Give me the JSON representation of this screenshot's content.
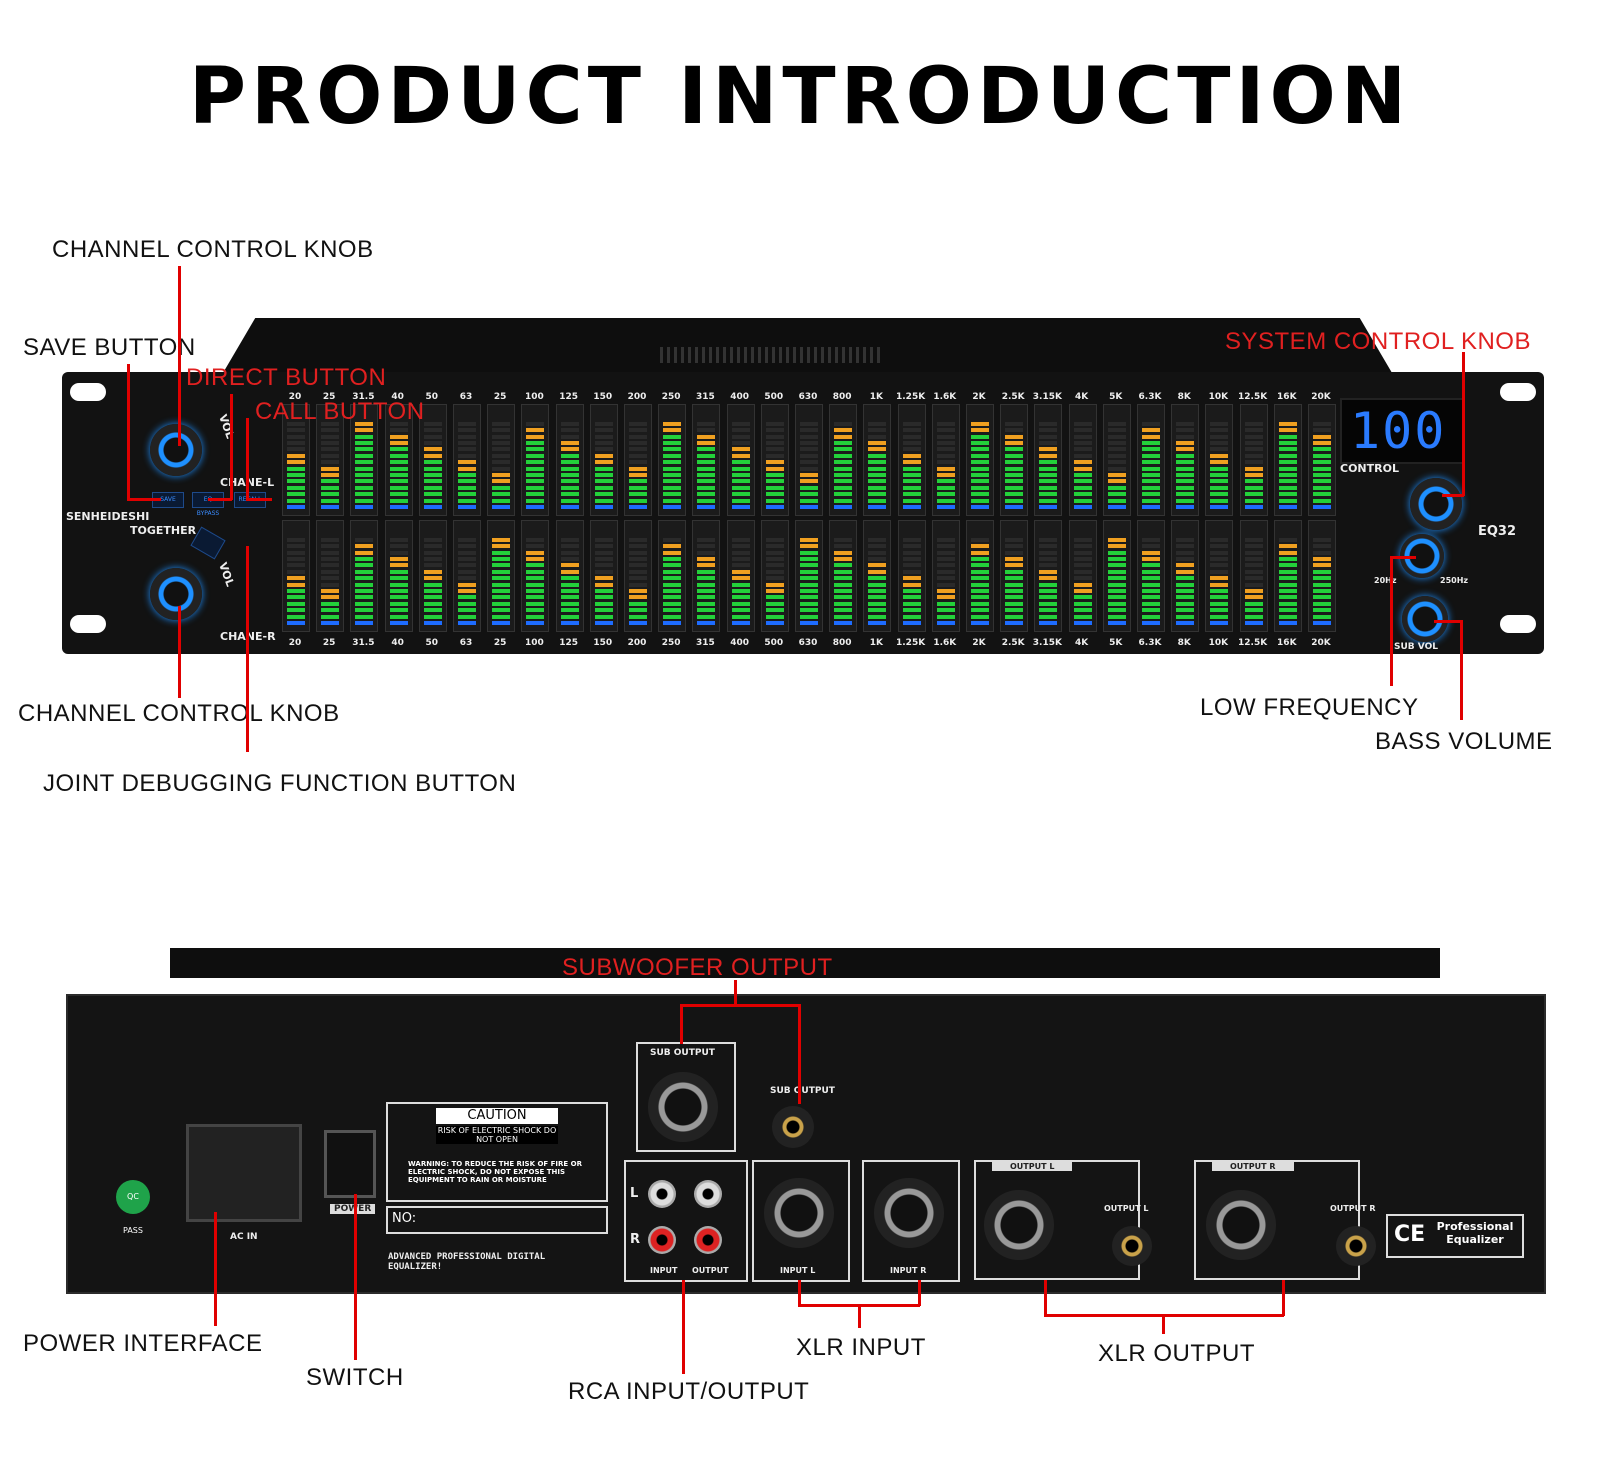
{
  "title": "PRODUCT INTRODUCTION",
  "front_labels": {
    "channel_knob_top": "CHANNEL CONTROL KNOB",
    "save": "SAVE BUTTON",
    "direct": "DIRECT BUTTON",
    "call": "CALL BUTTON",
    "system": "SYSTEM CONTROL KNOB",
    "channel_knob_bottom": "CHANNEL CONTROL KNOB",
    "joint": "JOINT DEBUGGING FUNCTION BUTTON",
    "low_freq": "LOW FREQUENCY",
    "bass_vol": "BASS VOLUME"
  },
  "panel": {
    "brand": "SENHEIDESHI",
    "together": "TOGETHER",
    "chane_l": "CHANE-L",
    "chane_r": "CHANE-R",
    "vol": "VOL",
    "save_btn": "SAVE",
    "eq_btn": "EQ BYPASS",
    "recall_btn": "RECALL",
    "display": "100",
    "control": "CONTROL",
    "model": "EQ32",
    "hz20": "20Hz",
    "hz250": "250Hz",
    "sub_vol": "SUB VOL"
  },
  "frequencies": [
    "20",
    "25",
    "31.5",
    "40",
    "50",
    "63",
    "25",
    "100",
    "125",
    "150",
    "200",
    "250",
    "315",
    "400",
    "500",
    "630",
    "800",
    "1K",
    "1.25K",
    "1.6K",
    "2K",
    "2.5K",
    "3.15K",
    "4K",
    "5K",
    "6.3K",
    "8K",
    "10K",
    "12.5K",
    "16K",
    "20K"
  ],
  "rear_labels": {
    "subwoofer": "SUBWOOFER OUTPUT",
    "power": "POWER INTERFACE",
    "switch": "SWITCH",
    "rca": "RCA INPUT/OUTPUT",
    "xlr_in": "XLR INPUT",
    "xlr_out": "XLR OUTPUT"
  },
  "rear_panel": {
    "sub_output": "SUB OUTPUT",
    "ac_in": "AC IN",
    "power": "POWER",
    "caution": "CAUTION",
    "risk": "RISK OF ELECTRIC SHOCK DO NOT OPEN",
    "warning": "WARNING: TO REDUCE THE RISK OF FIRE OR ELECTRIC SHOCK, DO NOT EXPOSE THIS EQUIPMENT TO RAIN OR MOISTURE",
    "no": "NO:",
    "advanced": "ADVANCED PROFESSIONAL DIGITAL EQUALIZER!",
    "input": "INPUT",
    "output": "OUTPUT",
    "l": "L",
    "r": "R",
    "input_l": "INPUT L",
    "input_r": "INPUT R",
    "output_l": "OUTPUT L",
    "output_r": "OUTPUT R",
    "ce": "CE",
    "professional": "Professional Equalizer",
    "qc": "QC PASS"
  }
}
